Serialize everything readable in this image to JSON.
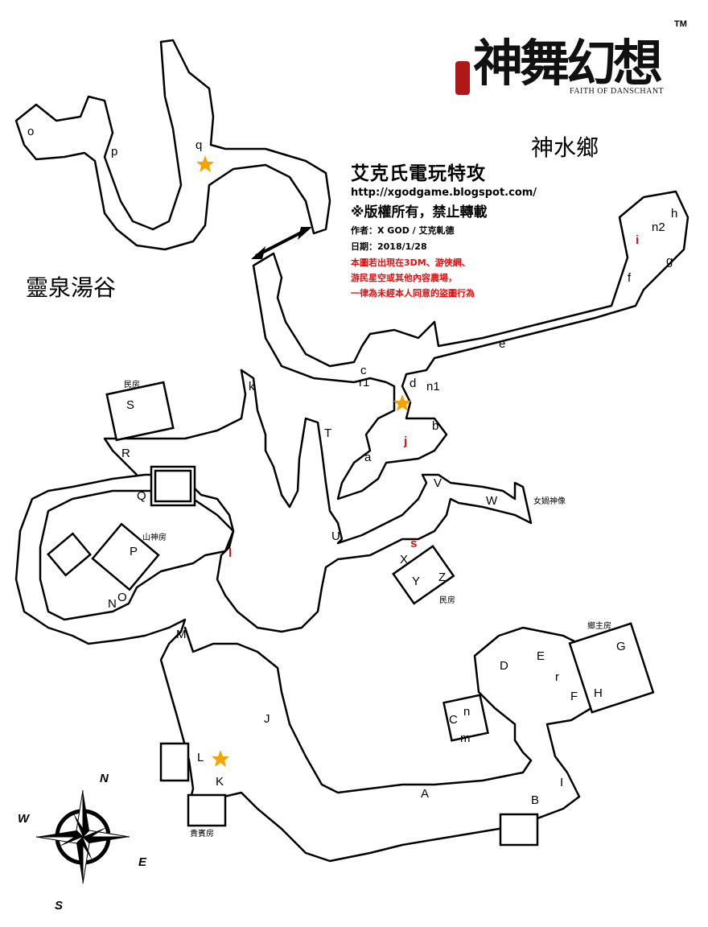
{
  "logo": {
    "title": "神舞幻想",
    "subtitle": "FAITH OF DANSCHANT",
    "trademark": "TM"
  },
  "regions": {
    "main": "神水鄉",
    "secondary": "靈泉湯谷"
  },
  "credit": {
    "title": "艾克氏電玩特攻",
    "url": "http://xgodgame.blogspot.com/",
    "rights": "※版權所有，禁止轉載",
    "author": "作者：X GOD / 艾克軋德",
    "date": "日期：2018/1/28",
    "warning_lines": [
      "本圖若出現在3DM、游俠網、",
      "游民星空或其他內容農場，",
      "一律為未經本人同意的盜圖行為"
    ]
  },
  "compass": {
    "n": "N",
    "s": "S",
    "e": "E",
    "w": "W"
  },
  "buildings": {
    "house_top": "民房",
    "house_right": "民房",
    "mountain_temple": "山神房",
    "statue": "女媧神像",
    "village_head": "鄉主房",
    "guest_room": "貴賓房"
  },
  "labels": {
    "o": "o",
    "p": "p",
    "q": "q",
    "c": "c",
    "r1": "r1",
    "d": "d",
    "n1": "n1",
    "b": "b",
    "j": "j",
    "a": "a",
    "e": "e",
    "f": "f",
    "g": "g",
    "h": "h",
    "n2": "n2",
    "i_red": "i",
    "k": "k",
    "T": "T",
    "S": "S",
    "R": "R",
    "Q": "Q",
    "P": "P",
    "N": "N",
    "O": "O",
    "l_red": "l",
    "U": "U",
    "V": "V",
    "W": "W",
    "s_red": "s",
    "X": "X",
    "Y": "Y",
    "Z": "Z",
    "M": "M",
    "J": "J",
    "L": "L",
    "K": "K",
    "A": "A",
    "B": "B",
    "I": "I",
    "D": "D",
    "E": "E",
    "r": "r",
    "F": "F",
    "G": "G",
    "H": "H",
    "C": "C",
    "n": "n",
    "m": "m"
  },
  "colors": {
    "star": "#f5a300",
    "red_label": "#e01010"
  }
}
